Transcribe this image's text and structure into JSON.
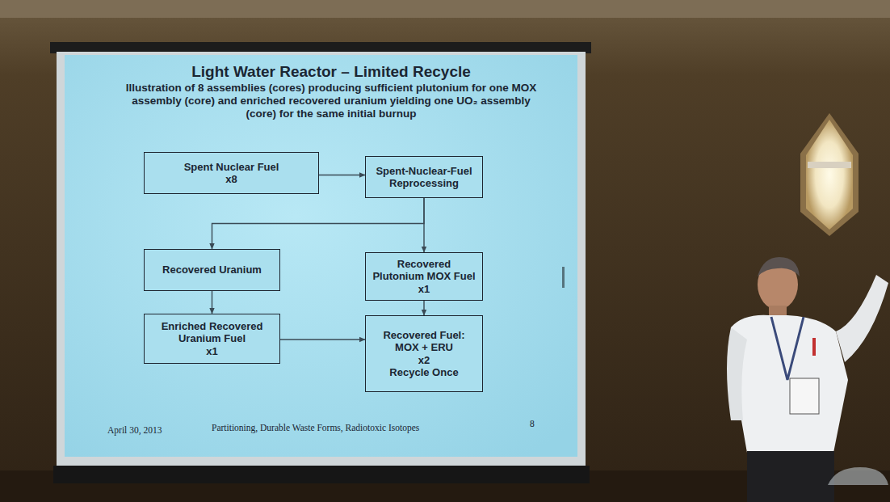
{
  "diagram": {
    "title": "Light Water Reactor – Limited Recycle",
    "nodes": [
      {
        "text": [
          "Spent Nuclear Fuel",
          "x8"
        ]
      },
      {
        "text": [
          "Spent-Nuclear-Fuel Reprocessing"
        ]
      },
      {
        "text": [
          "Recovered Uranium"
        ]
      },
      {
        "text": [
          "Recovered Plutonium MOX Fuel",
          "x1"
        ]
      },
      {
        "text": [
          "Enriched Recovered Uranium Fuel",
          "x1"
        ]
      },
      {
        "text": [
          "Recovered Fuel: MOX + ERU",
          "x2",
          "Recycle Once"
        ]
      }
    ],
    "edges": [
      {
        "from": 0,
        "to": 1,
        "arrow": "to"
      },
      {
        "from": 1,
        "to": 2,
        "arrow": "to"
      },
      {
        "from": 1,
        "to": 3,
        "arrow": "to"
      },
      {
        "from": 2,
        "to": 4,
        "arrow": "to"
      },
      {
        "from": 4,
        "to": 5,
        "arrow": "to"
      },
      {
        "from": 3,
        "to": 5,
        "arrow": "to"
      }
    ],
    "labels": [
      "Illustration of 8 assemblies (cores) producing sufficient plutonium for one MOX assembly (core) and enriched recovered uranium yielding one UO₂ assembly (core) for the same initial burnup",
      "April 30, 2013",
      "Partitioning, Durable Waste Forms, Radiotoxic Isotopes",
      "8"
    ]
  }
}
